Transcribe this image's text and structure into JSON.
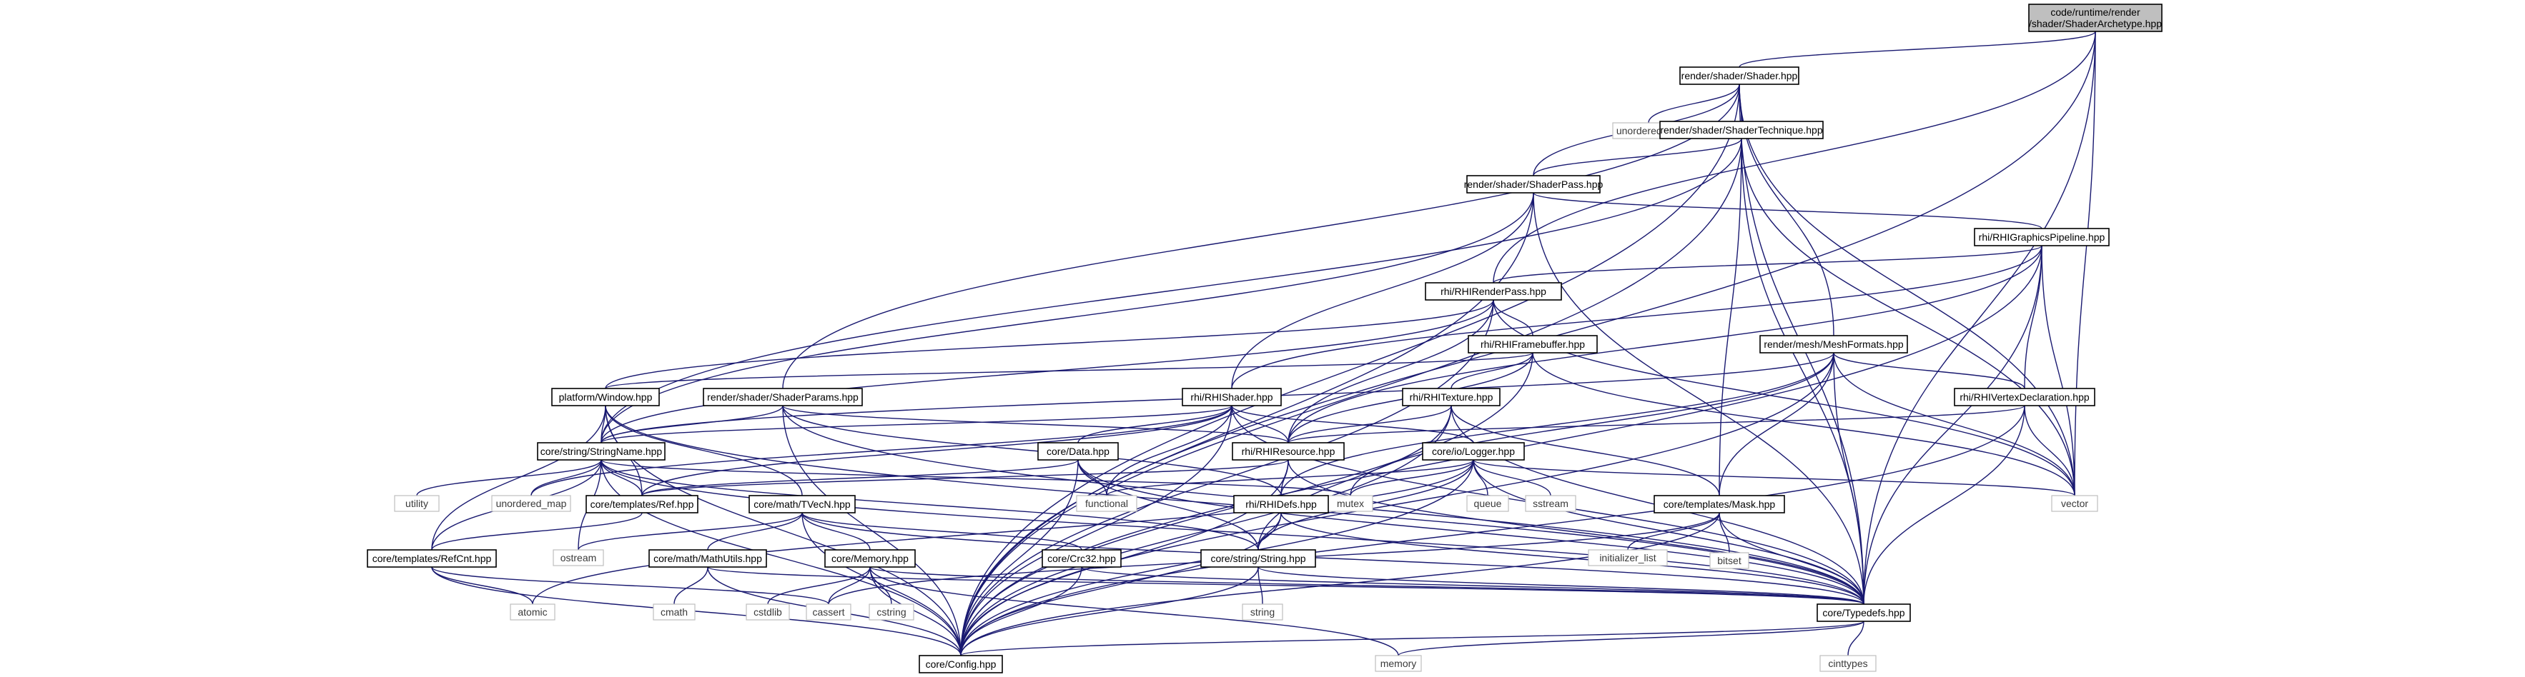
{
  "diagram": {
    "nodes": {
      "shader_archetype": [
        "code/runtime/render",
        "/shader/ShaderArchetype.hpp"
      ],
      "shader": "render/shader/Shader.hpp",
      "unordered_set": "unordered_set",
      "shader_technique": "render/shader/ShaderTechnique.hpp",
      "shader_pass": "render/shader/ShaderPass.hpp",
      "rhi_graphics_pipeline": "rhi/RHIGraphicsPipeline.hpp",
      "rhi_render_pass": "rhi/RHIRenderPass.hpp",
      "rhi_framebuffer": "rhi/RHIFramebuffer.hpp",
      "mesh_formats": "render/mesh/MeshFormats.hpp",
      "platform_window": "platform/Window.hpp",
      "shader_params": "render/shader/ShaderParams.hpp",
      "rhi_shader": "rhi/RHIShader.hpp",
      "rhi_texture": "rhi/RHITexture.hpp",
      "rhi_vertex_declaration": "rhi/RHIVertexDeclaration.hpp",
      "string_name": "core/string/StringName.hpp",
      "core_data": "core/Data.hpp",
      "rhi_resource": "rhi/RHIResource.hpp",
      "logger": "core/io/Logger.hpp",
      "utility": "utility",
      "unordered_map": "unordered_map",
      "templates_ref": "core/templates/Ref.hpp",
      "functional": "functional",
      "tvecn": "core/math/TVecN.hpp",
      "mutex": "mutex",
      "rhi_defs": "rhi/RHIDefs.hpp",
      "queue": "queue",
      "sstream": "sstream",
      "templates_mask": "core/templates/Mask.hpp",
      "vector": "vector",
      "ostream": "ostream",
      "ref_cnt": "core/templates/RefCnt.hpp",
      "math_utils": "core/math/MathUtils.hpp",
      "memory_hpp": "core/Memory.hpp",
      "crc32": "core/Crc32.hpp",
      "string_hpp": "core/string/String.hpp",
      "initializer_list": "initializer_list",
      "bitset": "bitset",
      "atomic": "atomic",
      "cmath": "cmath",
      "cstdlib": "cstdlib",
      "cassert": "cassert",
      "cstring": "cstring",
      "string": "string",
      "typedefs": "core/Typedefs.hpp",
      "memory": "memory",
      "cinttypes": "cinttypes",
      "config": "core/Config.hpp"
    }
  }
}
